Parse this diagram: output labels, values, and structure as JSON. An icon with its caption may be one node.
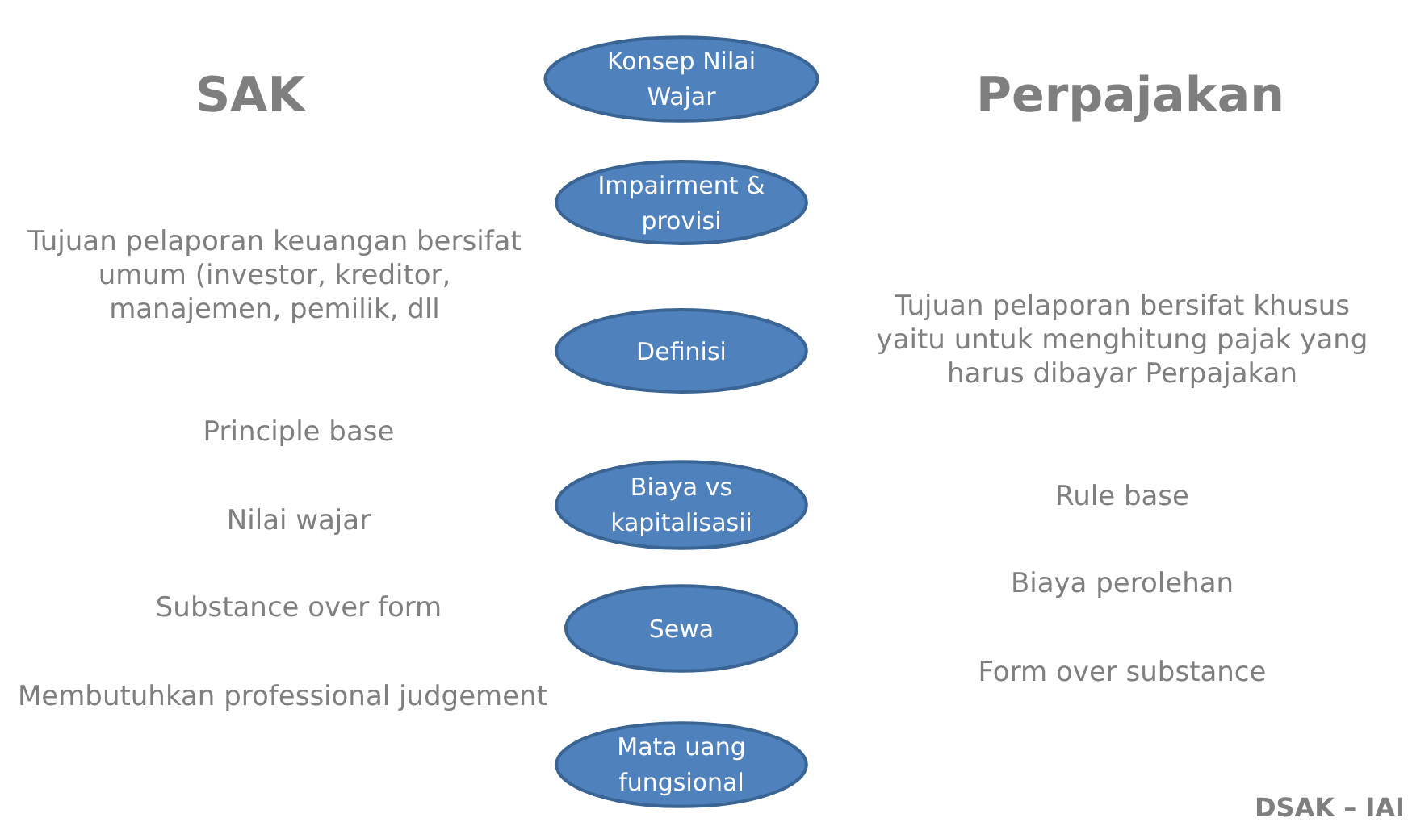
{
  "diagram": {
    "nodes": [
      {
        "text": [
          "Konsep Nilai Wajar"
        ]
      },
      {
        "text": [
          "Impairment & provisi"
        ]
      },
      {
        "text": [
          "Definisi"
        ]
      },
      {
        "text": [
          "Biaya vs kapitalisasii"
        ]
      },
      {
        "text": [
          "Sewa"
        ]
      },
      {
        "text": [
          "Mata uang fungsional"
        ]
      }
    ],
    "edges": [],
    "labels": [
      "SAK",
      "Perpajakan",
      "Tujuan pelaporan keuangan bersifat umum (investor, kreditor, manajemen, pemilik, dll",
      "Tujuan pelaporan bersifat khusus yaitu untuk menghitung pajak yang harus dibayar Perpajakan",
      "Principle base",
      "Rule base",
      "Nilai wajar",
      "Biaya perolehan",
      "Substance over form",
      "Form over substance",
      "Membutuhkan professional judgement",
      "DSAK – IAI"
    ]
  }
}
